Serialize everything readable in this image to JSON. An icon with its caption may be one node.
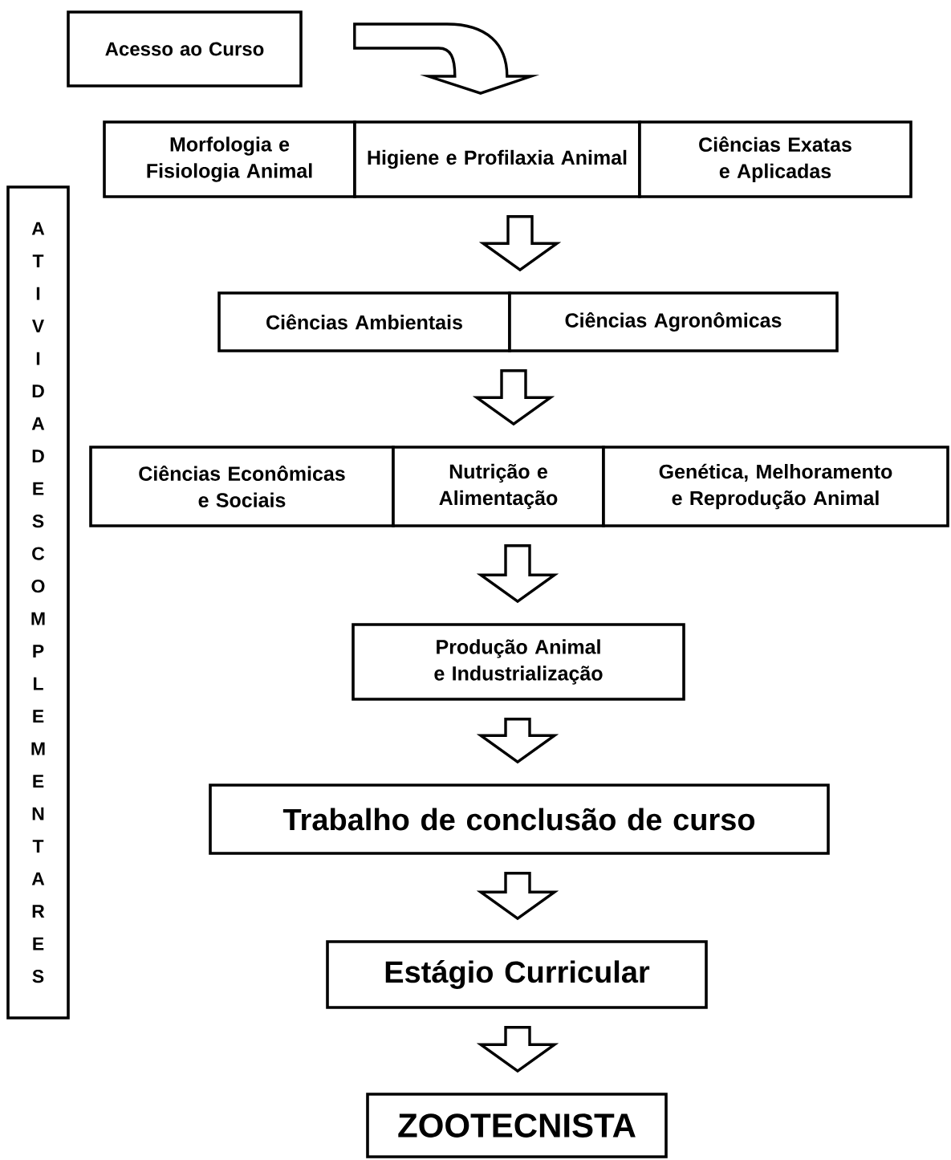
{
  "diagram": {
    "nodes": [
      {
        "text": [
          "Acesso ao Curso"
        ]
      },
      {
        "text": [
          "Morfologia e Fisiologia Animal"
        ]
      },
      {
        "text": [
          "Higiene e Profilaxia Animal"
        ]
      },
      {
        "text": [
          "Ciências Exatas e Aplicadas"
        ]
      },
      {
        "text": [
          "Ciências Ambientais"
        ]
      },
      {
        "text": [
          "Ciências Agronômicas"
        ]
      },
      {
        "text": [
          "Ciências Econômicas e Sociais"
        ]
      },
      {
        "text": [
          "Nutrição e Alimentação"
        ]
      },
      {
        "text": [
          "Genética, Melhoramento e Reprodução Animal"
        ]
      },
      {
        "text": [
          "Produção Animal e Industrialização"
        ]
      },
      {
        "text": [
          "Trabalho de conclusão de curso"
        ]
      },
      {
        "text": [
          "Estágio Curricular"
        ]
      },
      {
        "text": [
          "ZOOTECNISTA"
        ]
      },
      {
        "text": [
          "ATIVIDADES COMPLEMENTARES"
        ]
      }
    ],
    "edges": [
      {
        "from": 0,
        "to": 2,
        "arrow": "to"
      },
      {
        "from": 2,
        "to": 5,
        "arrow": "to"
      },
      {
        "from": 5,
        "to": 7,
        "arrow": "to"
      },
      {
        "from": 7,
        "to": 9,
        "arrow": "to"
      },
      {
        "from": 9,
        "to": 10,
        "arrow": "to"
      },
      {
        "from": 10,
        "to": 11,
        "arrow": "to"
      },
      {
        "from": 11,
        "to": 12,
        "arrow": "to"
      }
    ]
  }
}
